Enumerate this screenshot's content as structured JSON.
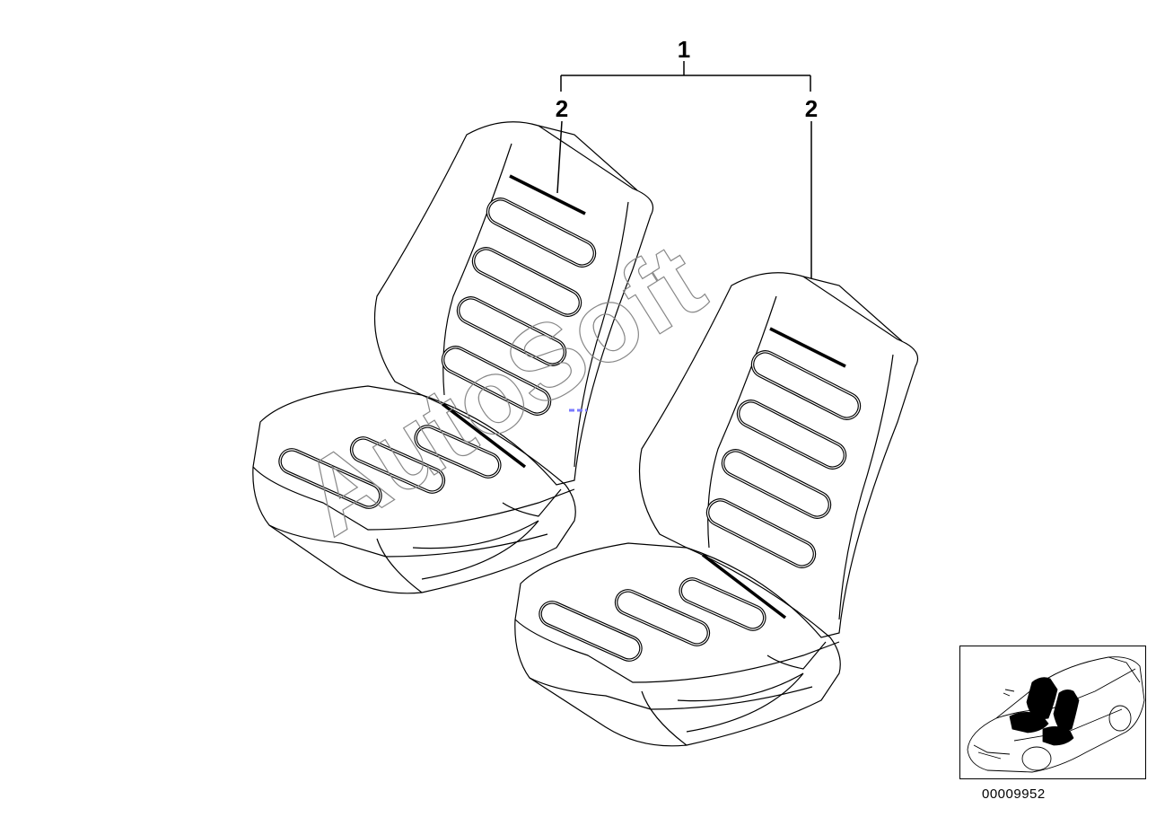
{
  "callouts": {
    "assembly": "1",
    "left_part": "2",
    "right_part": "2"
  },
  "watermark": "AutoSoft",
  "document_number": "00009952",
  "colors": {
    "line": "#000000",
    "background": "#ffffff",
    "watermark": "#888888",
    "highlight_seat": "#000000"
  }
}
